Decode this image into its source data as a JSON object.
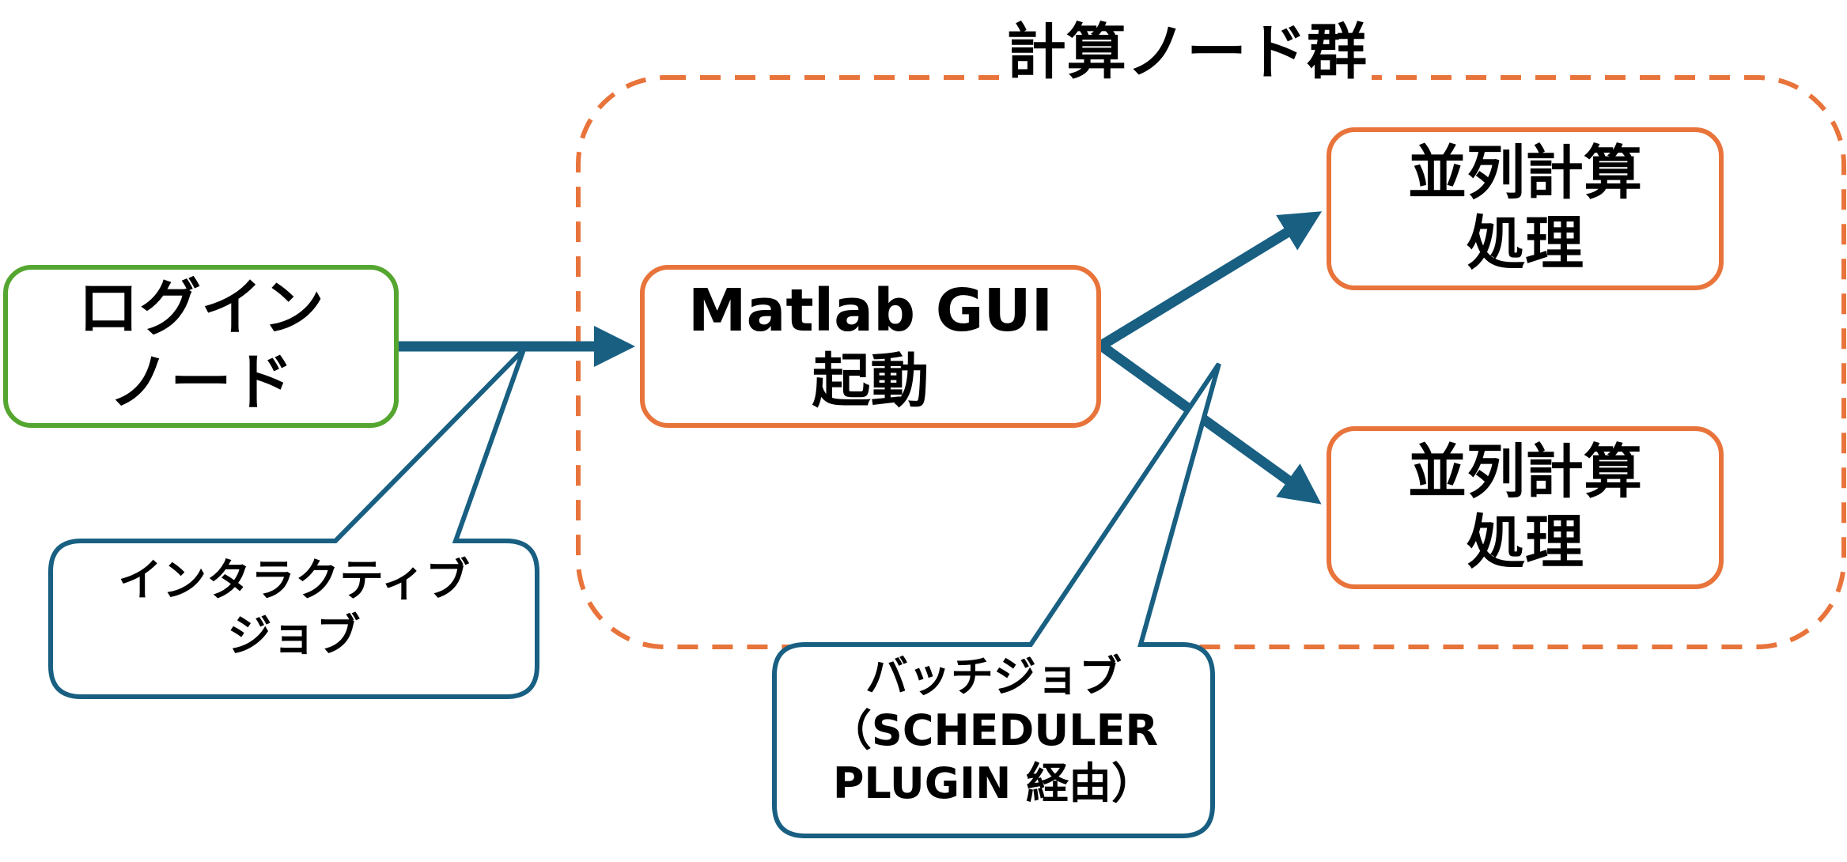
{
  "diagram": {
    "group": {
      "title": "計算ノード群"
    },
    "nodes": {
      "login": {
        "line1": "ログイン",
        "line2": "ノード"
      },
      "matlab": {
        "line1": "Matlab GUI",
        "line2": "起動"
      },
      "parallel_1": {
        "line1": "並列計算",
        "line2": "処理"
      },
      "parallel_2": {
        "line1": "並列計算",
        "line2": "処理"
      }
    },
    "callouts": {
      "interactive": {
        "line1": "インタラクティブ",
        "line2": "ジョブ"
      },
      "batch": {
        "line1": "バッチジョブ",
        "line2": "（SCHEDULER",
        "line3": "PLUGIN 経由）"
      }
    },
    "edges": [
      {
        "from": "login",
        "to": "matlab",
        "label": "interactive"
      },
      {
        "from": "matlab",
        "to": "parallel_1",
        "label": "batch"
      },
      {
        "from": "matlab",
        "to": "parallel_2",
        "label": "batch"
      }
    ],
    "colors": {
      "login_border": "#55a630",
      "compute_border": "#e8743b",
      "arrow": "#185f82",
      "callout_border": "#185f82"
    }
  }
}
